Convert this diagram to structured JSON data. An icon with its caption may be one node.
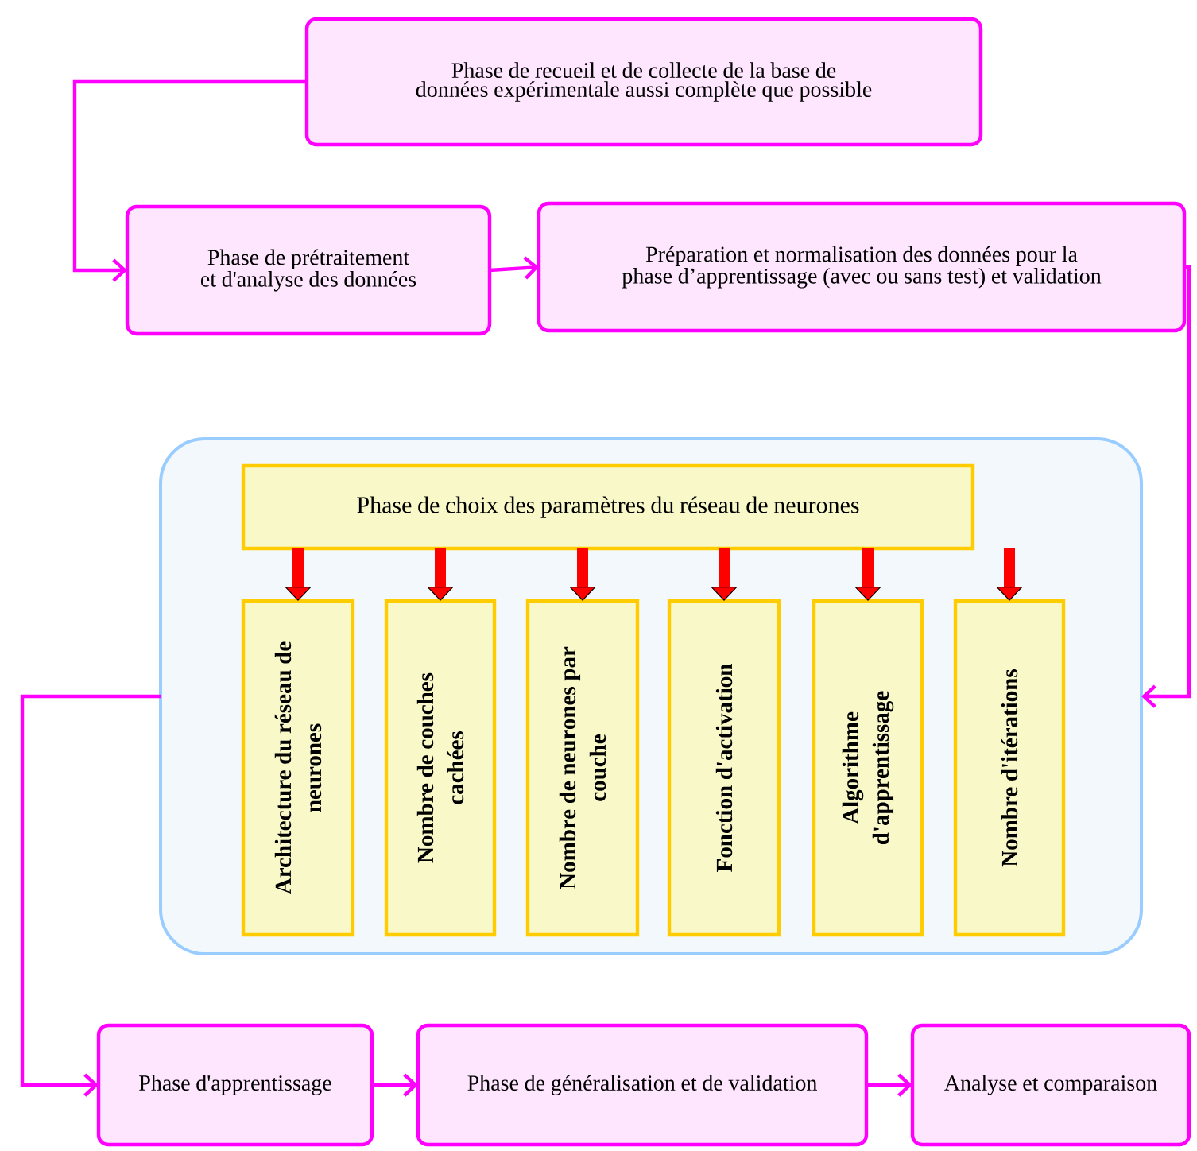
{
  "diagram": {
    "nodes": [
      {
        "text": [
          "Phase de recueil et de collecte de la base de données expérimentale aussi complète que possible"
        ]
      },
      {
        "text": [
          "Phase de prétraitement et d'analyse des données"
        ]
      },
      {
        "text": [
          "Préparation et normalisation des données pour la phase d’apprentissage (avec ou sans test) et validation"
        ]
      },
      {
        "text": [],
        "shape": "box"
      },
      {
        "text": [
          "Phase de choix des paramètres du réseau de neurones"
        ],
        "in": 3
      },
      {
        "text": [
          "Architecture du réseau de neurones"
        ],
        "in": 3
      },
      {
        "text": [
          "Nombre de couches cachées"
        ],
        "in": 3
      },
      {
        "text": [
          "Nombre de neurones par couche"
        ],
        "in": 3
      },
      {
        "text": [
          "Fonction d'activation"
        ],
        "in": 3
      },
      {
        "text": [
          "Algorithme d'apprentissage"
        ],
        "in": 3
      },
      {
        "text": [
          "Nombre d'itérations"
        ],
        "in": 3
      },
      {
        "text": [
          "Phase d'apprentissage"
        ]
      },
      {
        "text": [
          "Phase de généralisation et de validation"
        ]
      },
      {
        "text": [
          "Analyse et comparaison"
        ]
      }
    ],
    "edges": [
      {
        "from": 0,
        "to": 1,
        "arrow": "to"
      },
      {
        "from": 1,
        "to": 2,
        "arrow": "to"
      },
      {
        "from": 2,
        "to": 3,
        "arrow": "to"
      },
      {
        "from": 4,
        "to": 5,
        "arrow": "to",
        "style": "thick",
        "color": "#ff0000"
      },
      {
        "from": 4,
        "to": 6,
        "arrow": "to",
        "style": "thick",
        "color": "#ff0000"
      },
      {
        "from": 4,
        "to": 7,
        "arrow": "to",
        "style": "thick",
        "color": "#ff0000"
      },
      {
        "from": 4,
        "to": 8,
        "arrow": "to",
        "style": "thick",
        "color": "#ff0000"
      },
      {
        "from": 4,
        "to": 9,
        "arrow": "to",
        "style": "thick",
        "color": "#ff0000"
      },
      {
        "from": 4,
        "to": 10,
        "arrow": "to",
        "style": "thick",
        "color": "#ff0000"
      },
      {
        "from": 3,
        "to": 11,
        "arrow": "to"
      },
      {
        "from": 11,
        "to": 12,
        "arrow": "to"
      },
      {
        "from": 12,
        "to": 13,
        "arrow": "to"
      }
    ]
  }
}
